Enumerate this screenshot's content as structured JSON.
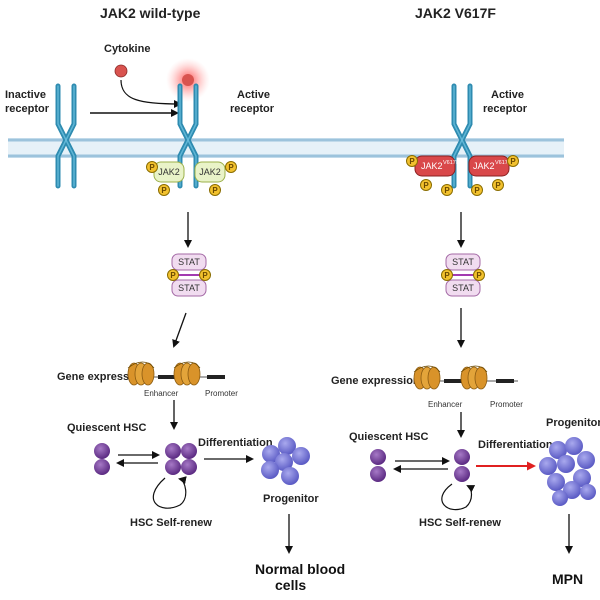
{
  "titles": {
    "left": "JAK2 wild-type",
    "right": "JAK2  V617F"
  },
  "labels": {
    "cytokine": "Cytokine",
    "inactive_receptor": [
      "Inactive",
      "receptor"
    ],
    "active_receptor": [
      "Active",
      "receptor"
    ],
    "jak2": "JAK2",
    "jak2_mut": "JAK2",
    "jak2_mut_sup": "V617F",
    "phospho": "P",
    "stat": "STAT",
    "gene_expression": "Gene expression",
    "enhancer": "Enhancer",
    "promoter": "Promoter",
    "quiescent_hsc": "Quiescent HSC",
    "differentiation": "Differentiation",
    "progenitor": "Progenitor",
    "hsc_self_renew": "HSC Self-renew",
    "normal_blood_cells": [
      "Normal blood",
      "cells"
    ],
    "mpn": "MPN"
  },
  "colors": {
    "receptor": "#2e8bb0",
    "membrane": "#bcd9ea",
    "jak2_wt": "#e9f3c8",
    "jak2_mut": "#d9484a",
    "phospho": "#f2c12e",
    "stat": "#f1dcf0",
    "cell": "#7a3fa0",
    "progenitor": "#7f7fd9",
    "cytokine": "#d9534f",
    "nucleosome": "#d9932a",
    "arrow_red": "#e02020"
  }
}
